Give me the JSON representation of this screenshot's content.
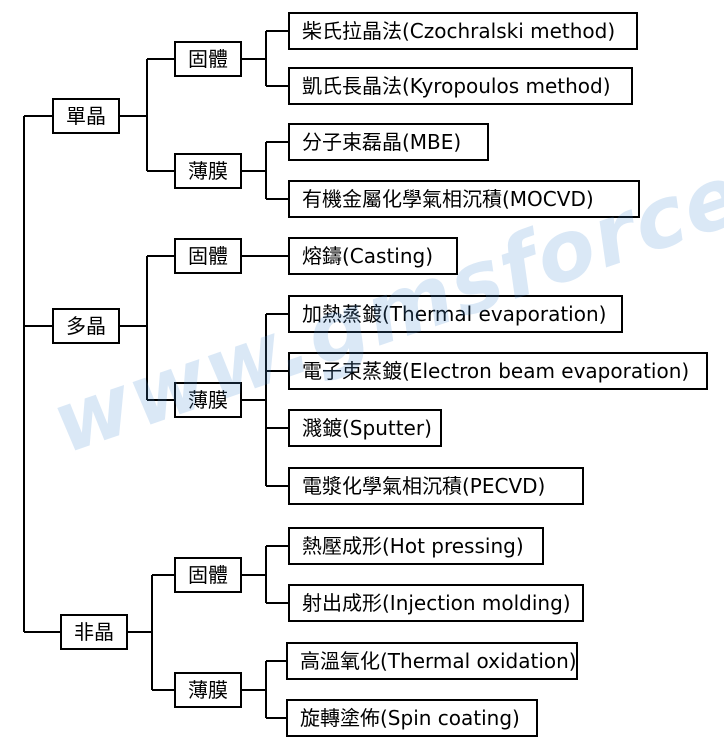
{
  "watermark": "www.gmsforce.com",
  "colors": {
    "line": "#000000",
    "box_border": "#000000",
    "watermark": "#4a8fd6"
  },
  "tree": [
    {
      "label": "單晶",
      "children": [
        {
          "label": "固體",
          "children": [
            "柴氏拉晶法(Czochralski method)",
            "凱氏長晶法(Kyropoulos method)"
          ]
        },
        {
          "label": "薄膜",
          "children": [
            "分子束磊晶(MBE)",
            "有機金屬化學氣相沉積(MOCVD)"
          ]
        }
      ]
    },
    {
      "label": "多晶",
      "children": [
        {
          "label": "固體",
          "children": [
            "熔鑄(Casting)"
          ]
        },
        {
          "label": "薄膜",
          "children": [
            "加熱蒸鍍(Thermal evaporation)",
            "電子束蒸鍍(Electron beam evaporation)",
            "濺鍍(Sputter)",
            "電漿化學氣相沉積(PECVD)"
          ]
        }
      ]
    },
    {
      "label": "非晶",
      "children": [
        {
          "label": "固體",
          "children": [
            "熱壓成形(Hot pressing)",
            "射出成形(Injection molding)"
          ]
        },
        {
          "label": "薄膜",
          "children": [
            "高溫氧化(Thermal oxidation)",
            "旋轉塗佈(Spin coating)"
          ]
        }
      ]
    }
  ]
}
